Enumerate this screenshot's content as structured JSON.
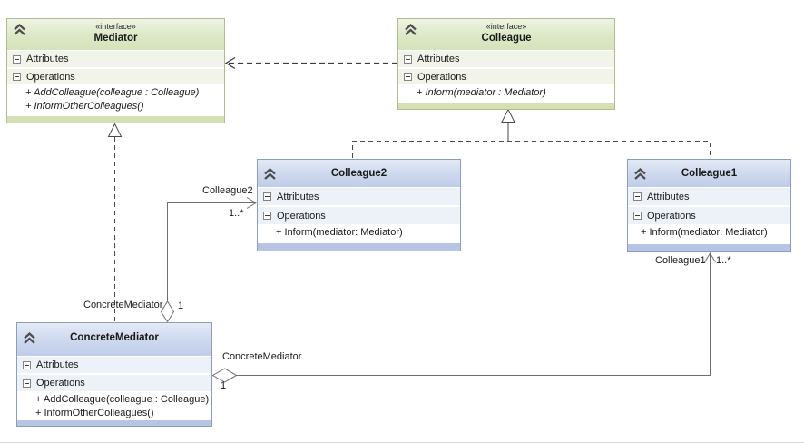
{
  "classes": {
    "mediator": {
      "stereotype": "«interface»",
      "name": "Mediator",
      "attributes_label": "Attributes",
      "operations_label": "Operations",
      "operations": [
        "+ AddColleague(colleague : Colleague)",
        "+ InformOtherColleagues()"
      ]
    },
    "colleague": {
      "stereotype": "«interface»",
      "name": "Colleague",
      "attributes_label": "Attributes",
      "operations_label": "Operations",
      "operations": [
        "+ Inform(mediator : Mediator)"
      ]
    },
    "colleague2": {
      "name": "Colleague2",
      "attributes_label": "Attributes",
      "operations_label": "Operations",
      "operations": [
        "+ Inform(mediator: Mediator)"
      ]
    },
    "colleague1": {
      "name": "Colleague1",
      "attributes_label": "Attributes",
      "operations_label": "Operations",
      "operations": [
        "+ Inform(mediator: Mediator)"
      ]
    },
    "concrete_mediator": {
      "name": "ConcreteMediator",
      "attributes_label": "Attributes",
      "operations_label": "Operations",
      "operations": [
        "+ AddColleague(colleague : Colleague)",
        "+ InformOtherColleagues()"
      ]
    }
  },
  "connectors": {
    "colleague2_association": {
      "role": "Colleague2",
      "multiplicity": "1..*",
      "owner_role": "ConcreteMediator",
      "owner_multiplicity": "1"
    },
    "colleague1_association": {
      "role": "Colleague1",
      "multiplicity": "1..*",
      "owner_role": "ConcreteMediator",
      "owner_multiplicity": "1"
    }
  },
  "colors": {
    "interface_header": "#dce8c6",
    "interface_strip": "#d4e0b4",
    "interface_border": "#b2ba90",
    "class_header": "#c7d4ed",
    "class_strip": "#b7c4e3",
    "class_border": "#8e9cbb",
    "association_line": "#6e6e6e",
    "dashed_line": "#404040"
  }
}
